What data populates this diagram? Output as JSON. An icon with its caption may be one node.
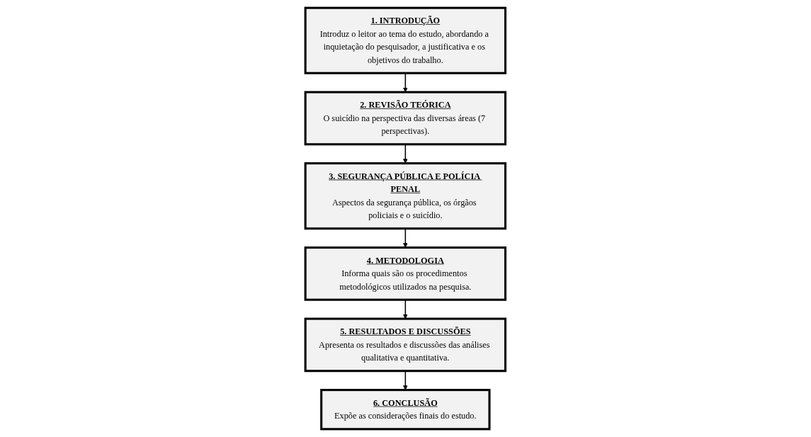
{
  "diagram": {
    "nodes": [
      {
        "text": [
          "1. INTRODUÇÃO",
          "Introduz o leitor ao tema do estudo, abordando a inquietação do pesquisador, a justificativa e os objetivos do trabalho."
        ]
      },
      {
        "text": [
          "2. REVISÃO TEÓRICA",
          "O suicídio na perspectiva das diversas áreas (7 perspectivas)."
        ]
      },
      {
        "text": [
          "3. SEGURANÇA PÚBLICA E POLÍCIA PENAL",
          "Aspectos da segurança pública, os órgãos policiais e o suicídio."
        ]
      },
      {
        "text": [
          "4. METODOLOGIA",
          "Informa quais são os procedimentos metodológicos utilizados na pesquisa."
        ]
      },
      {
        "text": [
          "5. RESULTADOS E DISCUSSÕES",
          "Apresenta os resultados e discussões das análises qualitativa e quantitativa."
        ]
      },
      {
        "text": [
          "6. CONCLUSÃO",
          "Expõe as considerações finais do estudo."
        ]
      }
    ],
    "edges": [
      {
        "from": 0,
        "to": 1,
        "arrow": "to"
      },
      {
        "from": 1,
        "to": 2,
        "arrow": "to"
      },
      {
        "from": 2,
        "to": 3,
        "arrow": "to"
      },
      {
        "from": 3,
        "to": 4,
        "arrow": "to"
      },
      {
        "from": 4,
        "to": 5,
        "arrow": "to"
      }
    ]
  }
}
